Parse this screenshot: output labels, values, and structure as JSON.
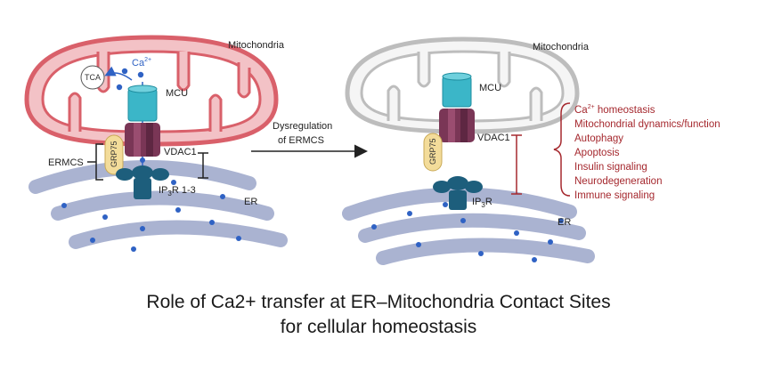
{
  "left_panel": {
    "mito_label": "Mitochondria",
    "tca_label": "TCA",
    "ca_label": "Ca",
    "ca_sup": "2+",
    "mcu_label": "MCU",
    "vdac_label": "VDAC1",
    "grp_label": "GRP75",
    "ermcs_label": "ERMCS",
    "ip3r_prefix": "IP",
    "ip3r_sub": "3",
    "ip3r_suffix": "R 1-3",
    "er_label": "ER"
  },
  "arrow": {
    "line1": "Dysregulation",
    "line2": "of ERMCS"
  },
  "right_panel": {
    "mito_label": "Mitochondria",
    "mcu_label": "MCU",
    "vdac_label": "VDAC1",
    "grp_label": "GRP75",
    "ip3r_prefix": "IP",
    "ip3r_sub": "3",
    "ip3r_suffix": "R",
    "er_label": "ER",
    "effects": [
      {
        "main": "Ca",
        "sup": "2+",
        "rest": " homeostasis"
      },
      {
        "main": "Mitochondrial dynamics/function"
      },
      {
        "main": "Autophagy"
      },
      {
        "main": "Apoptosis"
      },
      {
        "main": "Insulin signaling"
      },
      {
        "main": "Neurodegeneration"
      },
      {
        "main": "Immune signaling"
      }
    ]
  },
  "caption": {
    "line1": "Role of Ca2+ transfer at ER–Mitochondria Contact Sites",
    "line2": "for cellular homeostasis"
  },
  "colors": {
    "mito_outer": "#d9606a",
    "mito_fill": "#f3c2c6",
    "gray_mito": "#bdbdbd",
    "mcu": "#3bb6c8",
    "vdac": "#7a3656",
    "ip3r": "#1d5e7c",
    "grp75": "#f3dc9a",
    "er": "#a9b2d0",
    "dot": "#2f62c4",
    "effect_red": "#a5282e"
  }
}
